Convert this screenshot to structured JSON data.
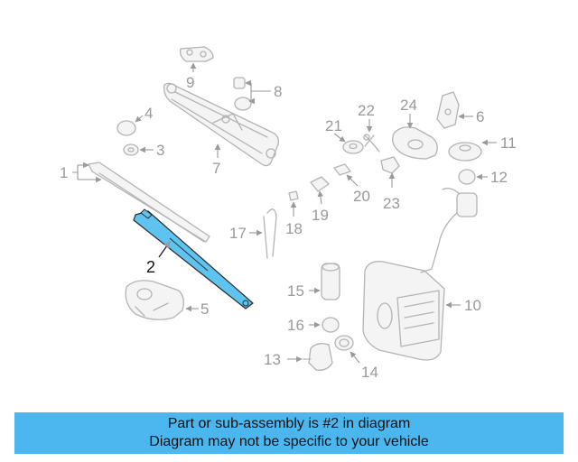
{
  "colors": {
    "highlight": "#5ec3ef",
    "caption_bg": "#4cb6ee",
    "line": "#b4b4b4",
    "label": "#9a9a9a"
  },
  "labels": {
    "n1": "1",
    "n2": "2",
    "n3": "3",
    "n4": "4",
    "n5": "5",
    "n6": "6",
    "n7": "7",
    "n8": "8",
    "n9": "9",
    "n10": "10",
    "n11": "11",
    "n12": "12",
    "n13": "13",
    "n14": "14",
    "n15": "15",
    "n16": "16",
    "n17": "17",
    "n18": "18",
    "n19": "19",
    "n20": "20",
    "n21": "21",
    "n22": "22",
    "n23": "23",
    "n24": "24"
  },
  "caption": {
    "line1": "Part or sub-assembly is #2 in diagram",
    "line2": "Diagram may not be specific to your vehicle"
  }
}
